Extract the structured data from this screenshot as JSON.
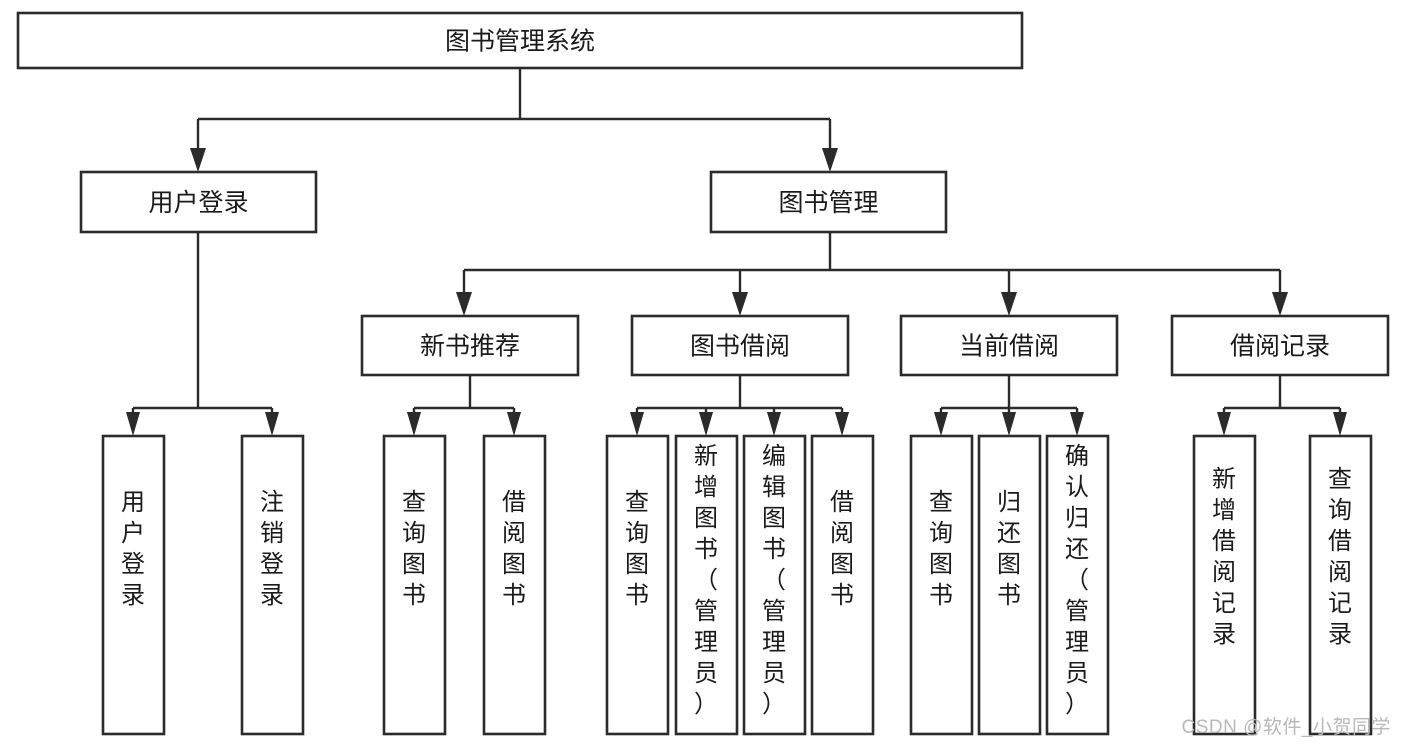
{
  "diagram": {
    "title": "图书管理系统",
    "type": "tree",
    "colors": {
      "box_stroke": "#2b2b2b",
      "box_fill": "#ffffff",
      "text": "#1a1a1a",
      "connector": "#2b2b2b",
      "watermark": "#b9b9b9",
      "background": "#ffffff"
    },
    "root": {
      "label": "图书管理系统"
    },
    "level2": [
      {
        "label": "用户登录"
      },
      {
        "label": "图书管理"
      }
    ],
    "level3": [
      {
        "label": "新书推荐"
      },
      {
        "label": "图书借阅"
      },
      {
        "label": "当前借阅"
      },
      {
        "label": "借阅记录"
      }
    ],
    "leaves": {
      "user_login": [
        {
          "label": "用户登录"
        },
        {
          "label": "注销登录"
        }
      ],
      "new_book_recommend": [
        {
          "label": "查询图书"
        },
        {
          "label": "借阅图书"
        }
      ],
      "book_borrow": [
        {
          "label": "查询图书"
        },
        {
          "label": "新增图书（管理员）"
        },
        {
          "label": "编辑图书（管理员）"
        },
        {
          "label": "借阅图书"
        }
      ],
      "current_borrow": [
        {
          "label": "查询图书"
        },
        {
          "label": "归还图书"
        },
        {
          "label": "确认归还（管理员）"
        }
      ],
      "borrow_record": [
        {
          "label": "新增借阅记录"
        },
        {
          "label": "查询借阅记录"
        }
      ]
    }
  },
  "watermark": {
    "text": "CSDN @软件_小贺同学"
  }
}
